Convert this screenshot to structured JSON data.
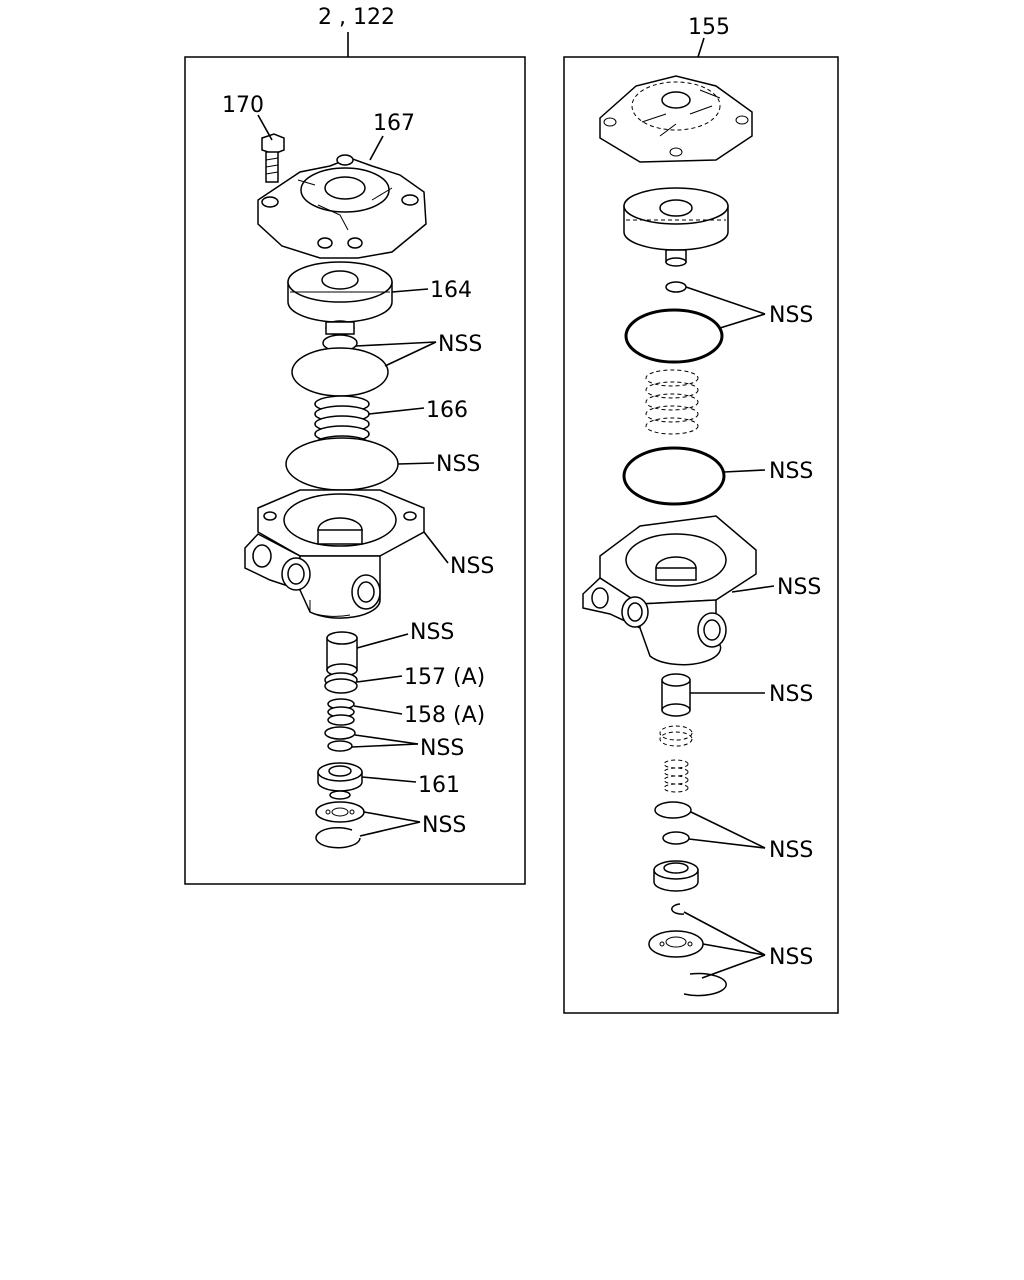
{
  "left_group": {
    "ref": "2 , 122",
    "labels": {
      "p170": "170",
      "p167": "167",
      "p164": "164",
      "nss1": "NSS",
      "p166": "166",
      "nss2": "NSS",
      "nss3": "NSS",
      "nss4": "NSS",
      "p157": "157 (A)",
      "p158": "158 (A)",
      "nss5": "NSS",
      "p161": "161",
      "nss6": "NSS"
    }
  },
  "right_group": {
    "ref": "155",
    "labels": {
      "nss1": "NSS",
      "nss2": "NSS",
      "nss3": "NSS",
      "nss4": "NSS",
      "nss5": "NSS",
      "nss6": "NSS"
    }
  }
}
